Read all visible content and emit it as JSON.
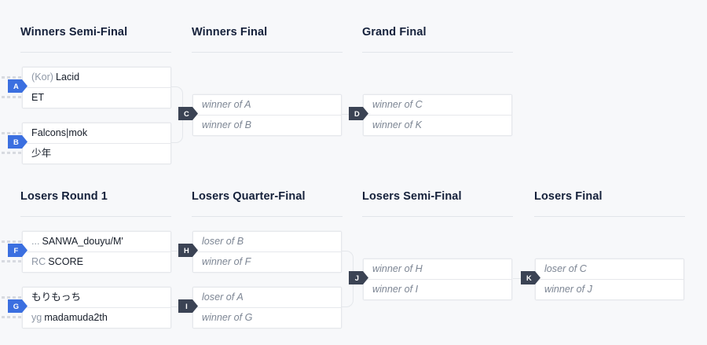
{
  "bracket": {
    "upper": {
      "rounds": [
        {
          "id": "winners-semi-final",
          "title": "Winners Semi-Final"
        },
        {
          "id": "winners-final",
          "title": "Winners Final"
        },
        {
          "id": "grand-final",
          "title": "Grand Final"
        }
      ],
      "matches": [
        {
          "id": "A",
          "badge": "A",
          "badge_style": "seed",
          "slots": [
            {
              "prefix": "(Kor)",
              "team": "Lacid",
              "placeholder": false
            },
            {
              "prefix": "",
              "team": "ET",
              "placeholder": false
            }
          ]
        },
        {
          "id": "B",
          "badge": "B",
          "badge_style": "seed",
          "slots": [
            {
              "prefix": "",
              "team": "Falcons|mok",
              "placeholder": false
            },
            {
              "prefix": "",
              "team": "少年",
              "placeholder": false
            }
          ]
        },
        {
          "id": "C",
          "badge": "C",
          "badge_style": "inner",
          "slots": [
            {
              "prefix": "",
              "team": "winner of A",
              "placeholder": true
            },
            {
              "prefix": "",
              "team": "winner of B",
              "placeholder": true
            }
          ]
        },
        {
          "id": "D",
          "badge": "D",
          "badge_style": "inner",
          "slots": [
            {
              "prefix": "",
              "team": "winner of C",
              "placeholder": true
            },
            {
              "prefix": "",
              "team": "winner of K",
              "placeholder": true
            }
          ]
        }
      ]
    },
    "lower": {
      "rounds": [
        {
          "id": "losers-round-1",
          "title": "Losers Round 1"
        },
        {
          "id": "losers-quarter-final",
          "title": "Losers Quarter-Final"
        },
        {
          "id": "losers-semi-final",
          "title": "Losers Semi-Final"
        },
        {
          "id": "losers-final",
          "title": "Losers Final"
        }
      ],
      "matches": [
        {
          "id": "F",
          "badge": "F",
          "badge_style": "seed",
          "slots": [
            {
              "prefix": "...",
              "team": "SANWA_douyu/M'",
              "placeholder": false
            },
            {
              "prefix": "RC",
              "team": "SCORE",
              "placeholder": false
            }
          ]
        },
        {
          "id": "G",
          "badge": "G",
          "badge_style": "seed",
          "slots": [
            {
              "prefix": "",
              "team": "もりもっち",
              "placeholder": false
            },
            {
              "prefix": "yg",
              "team": "madamuda2th",
              "placeholder": false
            }
          ]
        },
        {
          "id": "H",
          "badge": "H",
          "badge_style": "inner",
          "slots": [
            {
              "prefix": "",
              "team": "loser of B",
              "placeholder": true
            },
            {
              "prefix": "",
              "team": "winner of F",
              "placeholder": true
            }
          ]
        },
        {
          "id": "I",
          "badge": "I",
          "badge_style": "inner",
          "slots": [
            {
              "prefix": "",
              "team": "loser of A",
              "placeholder": true
            },
            {
              "prefix": "",
              "team": "winner of G",
              "placeholder": true
            }
          ]
        },
        {
          "id": "J",
          "badge": "J",
          "badge_style": "inner",
          "slots": [
            {
              "prefix": "",
              "team": "winner of H",
              "placeholder": true
            },
            {
              "prefix": "",
              "team": "winner of I",
              "placeholder": true
            }
          ]
        },
        {
          "id": "K",
          "badge": "K",
          "badge_style": "inner",
          "slots": [
            {
              "prefix": "",
              "team": "loser of C",
              "placeholder": true
            },
            {
              "prefix": "",
              "team": "winner of J",
              "placeholder": true
            }
          ]
        }
      ]
    }
  },
  "colors": {
    "page_background": "#f7f8fa",
    "card_background": "#ffffff",
    "card_border": "#e6e8ec",
    "title": "#14203a",
    "placeholder_text": "#7d8694",
    "prefix_text": "#8f98a6",
    "badge_seed": "#3b6fe0",
    "badge_inner": "#3b4354",
    "rule": "#e2e5ea"
  }
}
